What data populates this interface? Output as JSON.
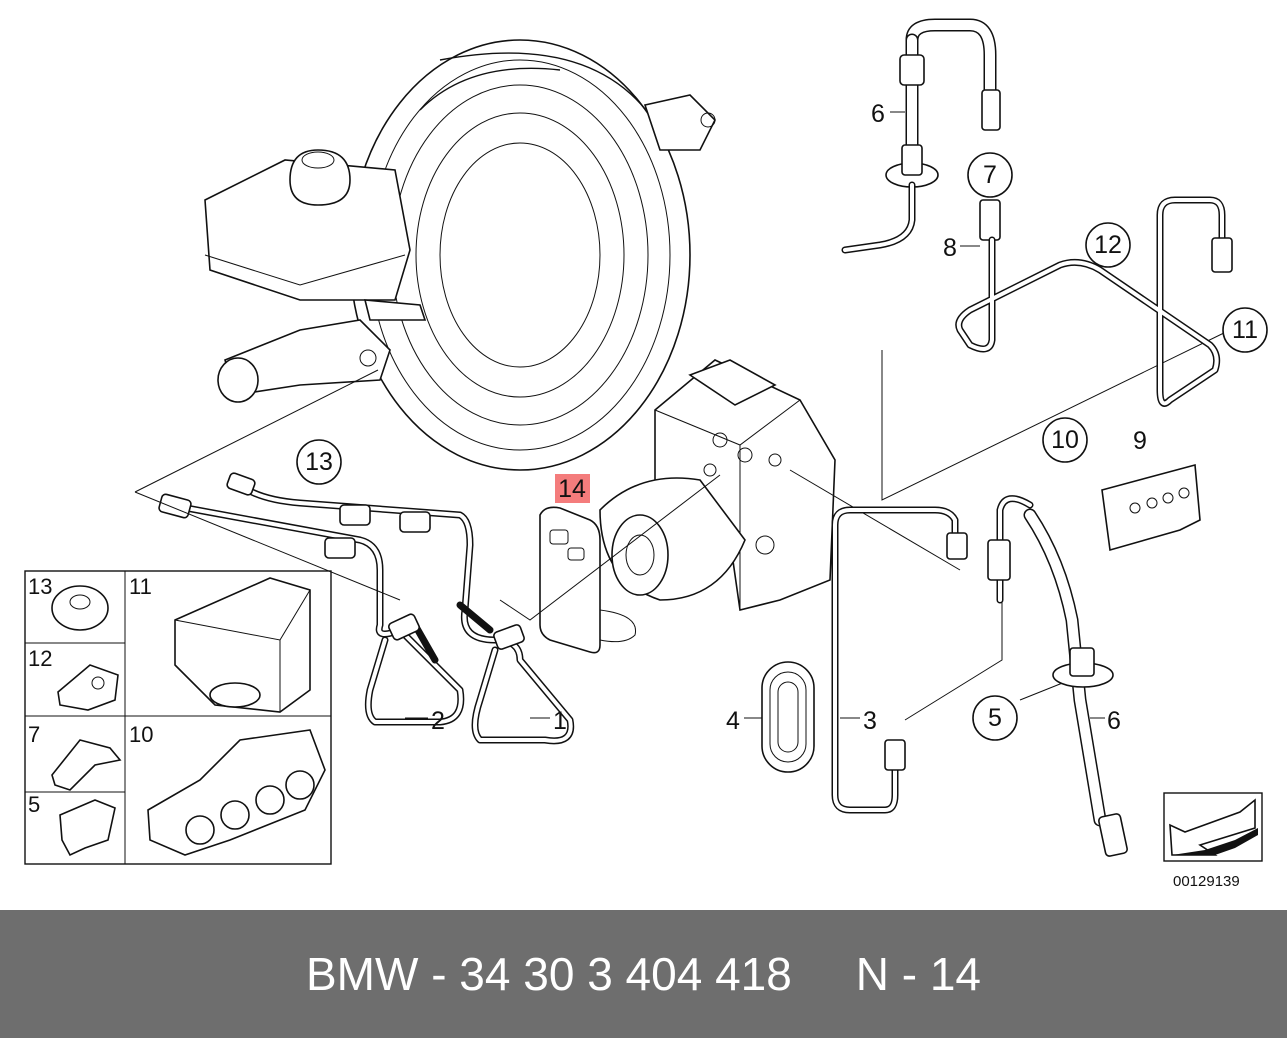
{
  "diagram": {
    "callouts": {
      "c1": "1",
      "c2": "2",
      "c3": "3",
      "c4": "4",
      "c5": "5",
      "c6a": "6",
      "c6b": "6",
      "c7": "7",
      "c8": "8",
      "c9": "9",
      "c10": "10",
      "c11": "11",
      "c12": "12",
      "c13": "13",
      "c14": "14"
    },
    "highlight_color": "#f47c7c",
    "inset": {
      "cells": [
        "13",
        "11",
        "12",
        "7",
        "10",
        "5"
      ]
    },
    "image_id": "00129139"
  },
  "footer": {
    "text": "BMW - 34 30 3 404 418     N - 14"
  }
}
